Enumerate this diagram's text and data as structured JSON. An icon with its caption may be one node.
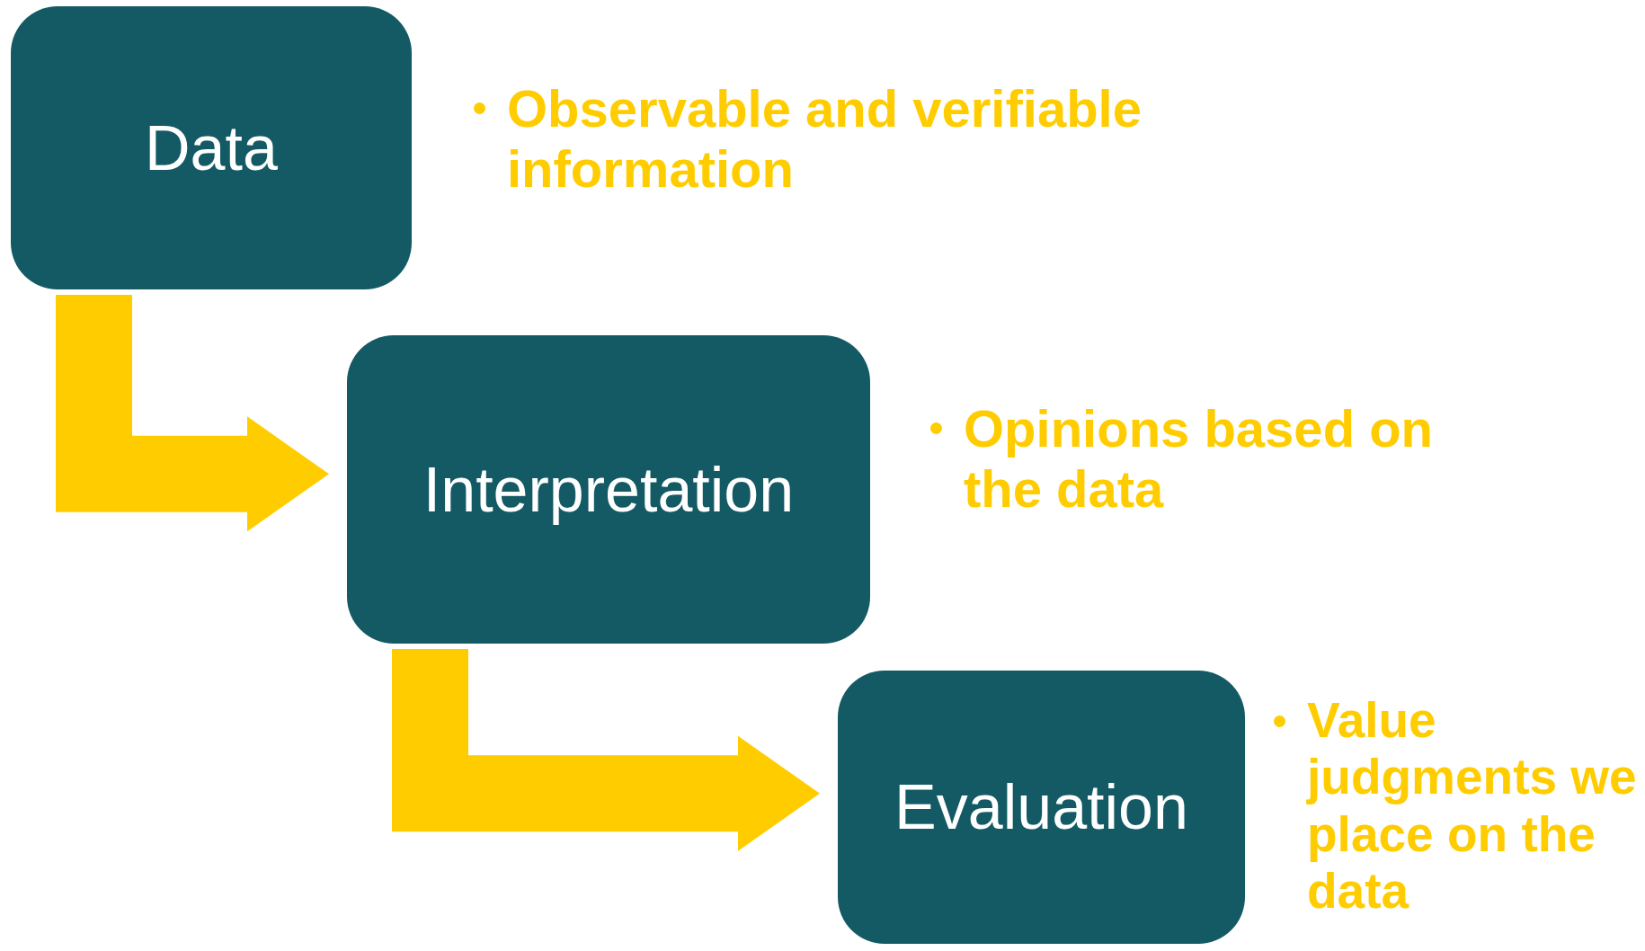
{
  "diagram": {
    "nodes": [
      {
        "text": [
          "Data"
        ],
        "beside": [
          "Observable and verifiable information"
        ]
      },
      {
        "text": [
          "Interpretation"
        ],
        "beside": [
          "Opinions based on the data"
        ]
      },
      {
        "text": [
          "Evaluation"
        ],
        "beside": [
          "Value judgments we place on the data"
        ]
      }
    ],
    "edges": [
      {
        "from": 0,
        "to": 1,
        "arrow": "to",
        "style": "thick",
        "color": "#ffcc00"
      },
      {
        "from": 1,
        "to": 2,
        "arrow": "to",
        "style": "thick",
        "color": "#ffcc00"
      }
    ]
  }
}
